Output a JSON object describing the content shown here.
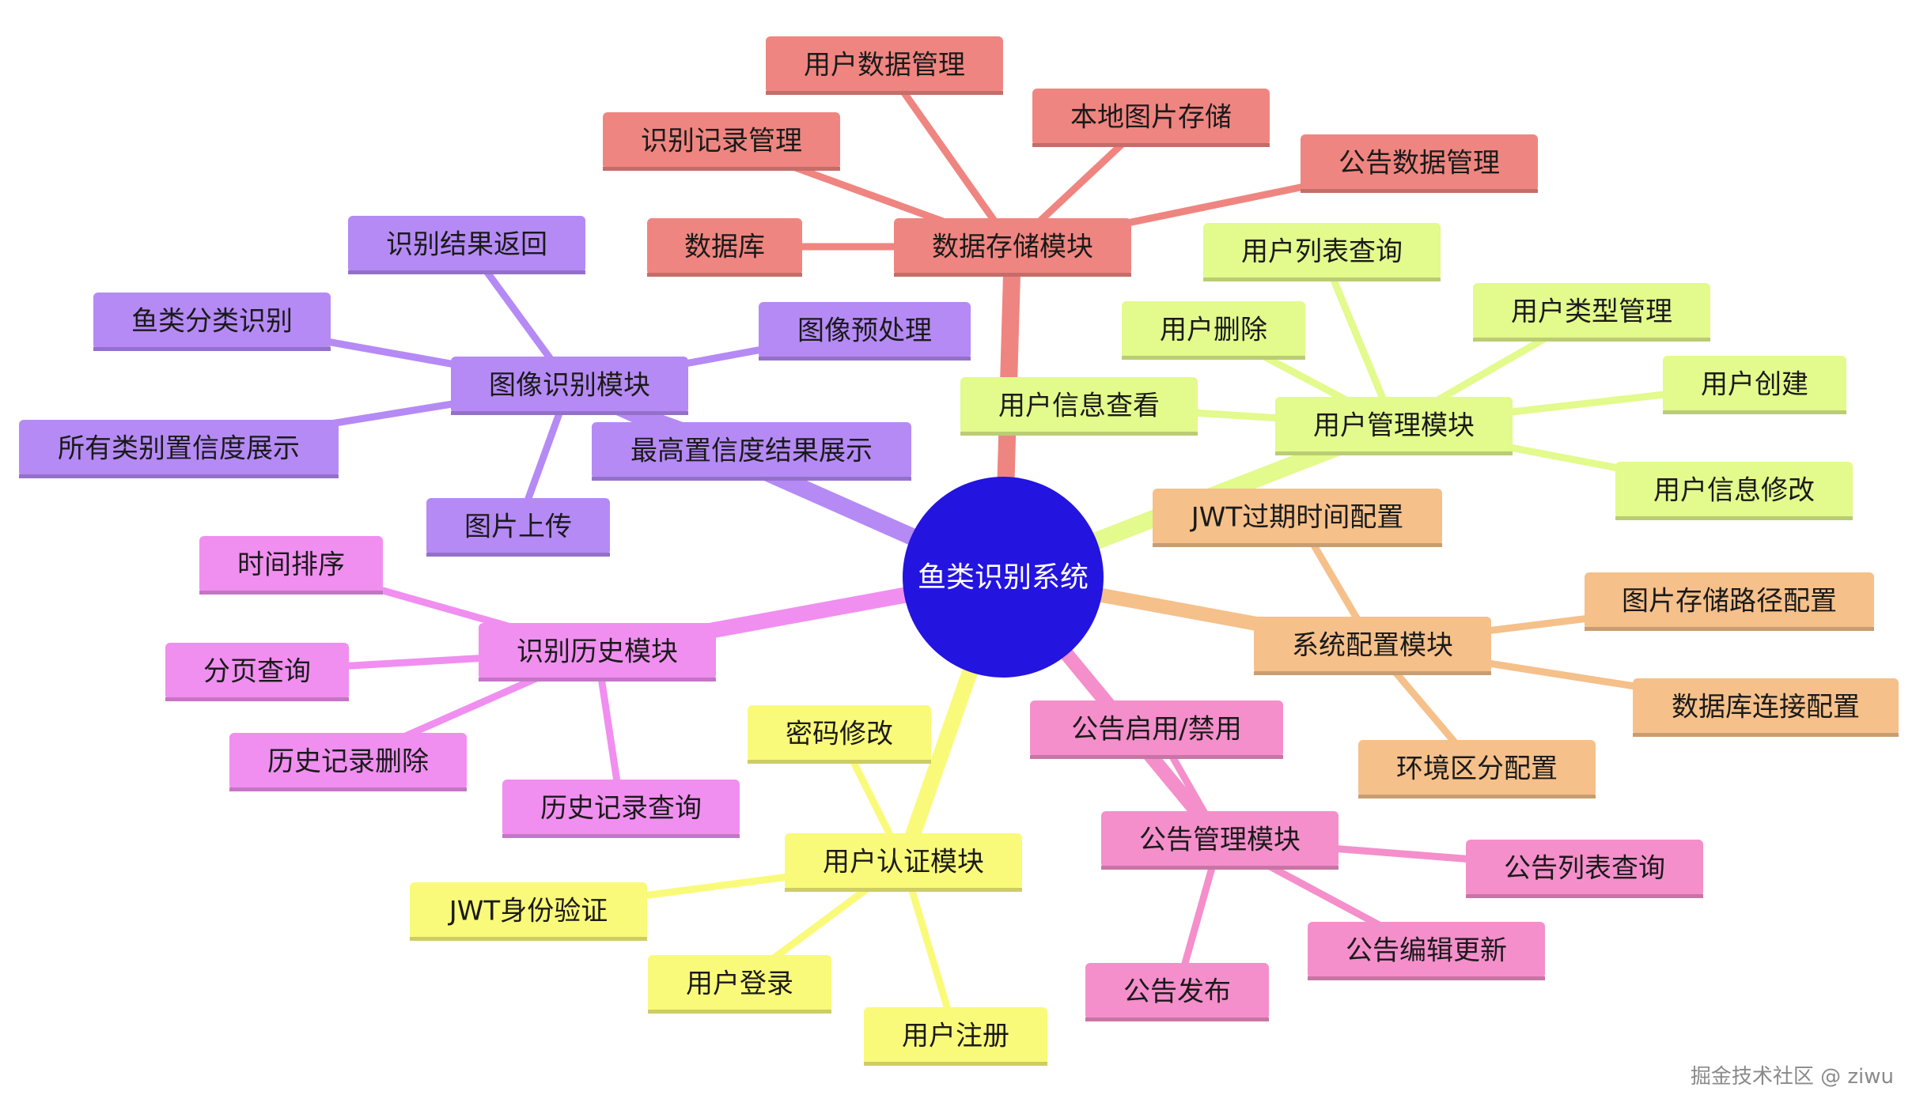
{
  "root": {
    "label": "鱼类识别系统",
    "color": "#2314e0"
  },
  "branches": [
    {
      "id": "storage",
      "label": "数据存储模块",
      "color": "#ef8580",
      "children": [
        "用户数据管理",
        "本地图片存储",
        "识别记录管理",
        "公告数据管理",
        "数据库"
      ]
    },
    {
      "id": "user-mgmt",
      "label": "用户管理模块",
      "color": "#e3fa8c",
      "children": [
        "用户列表查询",
        "用户类型管理",
        "用户删除",
        "用户创建",
        "用户信息查看",
        "用户信息修改"
      ]
    },
    {
      "id": "sys-config",
      "label": "系统配置模块",
      "color": "#f5c08a",
      "children": [
        "JWT过期时间配置",
        "图片存储路径配置",
        "数据库连接配置",
        "环境区分配置"
      ]
    },
    {
      "id": "notice-mgmt",
      "label": "公告管理模块",
      "color": "#f48fcb",
      "children": [
        "公告启用/禁用",
        "公告列表查询",
        "公告编辑更新",
        "公告发布"
      ]
    },
    {
      "id": "auth",
      "label": "用户认证模块",
      "color": "#fafa7a",
      "children": [
        "密码修改",
        "JWT身份验证",
        "用户登录",
        "用户注册"
      ]
    },
    {
      "id": "history",
      "label": "识别历史模块",
      "color": "#f08ff0",
      "children": [
        "时间排序",
        "分页查询",
        "历史记录删除",
        "历史记录查询"
      ]
    },
    {
      "id": "image-rec",
      "label": "图像识别模块",
      "color": "#b58af5",
      "children": [
        "识别结果返回",
        "鱼类分类识别",
        "图像预处理",
        "所有类别置信度展示",
        "图片上传",
        "最高置信度结果展示"
      ]
    }
  ],
  "watermark": "掘金技术社区 @ ziwu"
}
